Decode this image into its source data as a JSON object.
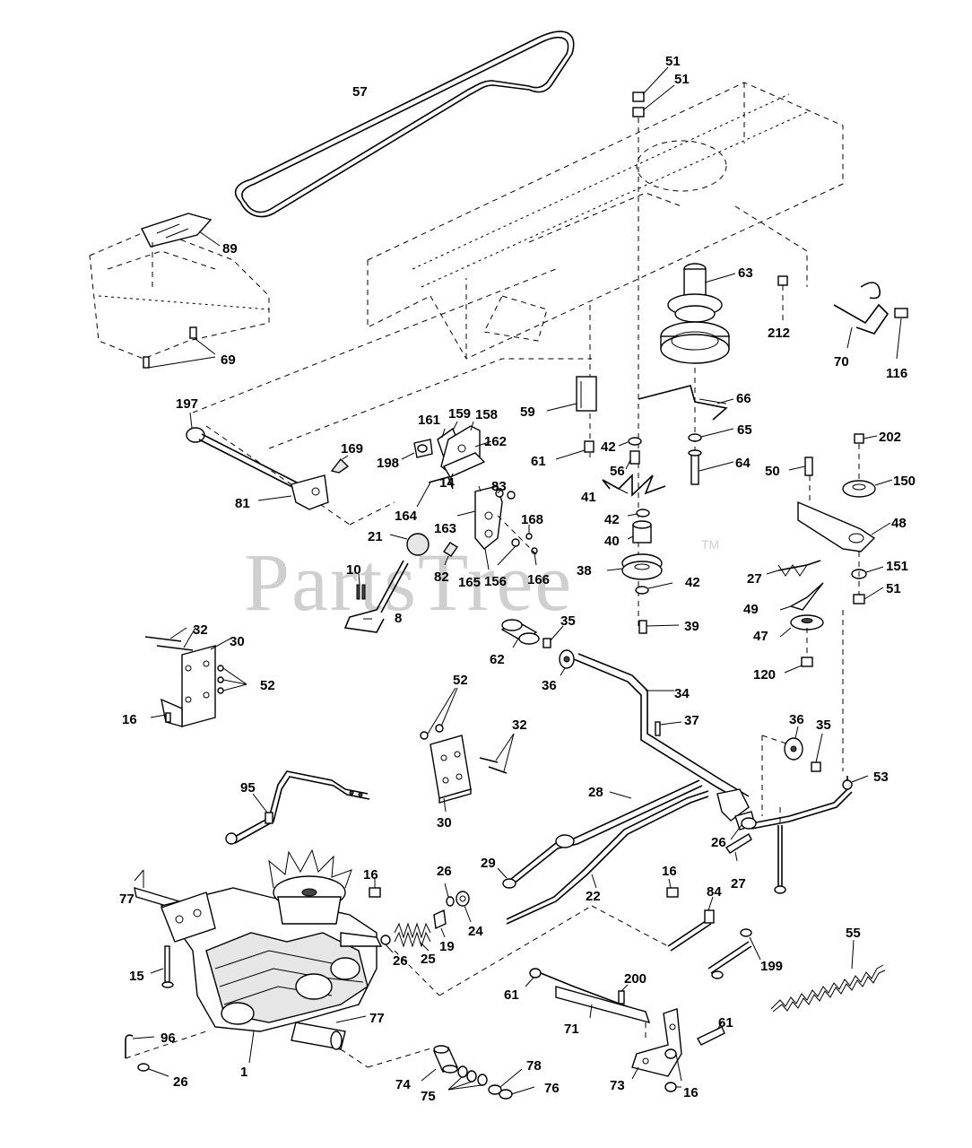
{
  "watermark": {
    "brand": "PartsTree",
    "trademark": "TM"
  },
  "callouts": [
    {
      "id": "c57",
      "text": "57"
    },
    {
      "id": "c51a",
      "text": "51"
    },
    {
      "id": "c51b",
      "text": "51"
    },
    {
      "id": "c89",
      "text": "89"
    },
    {
      "id": "c69",
      "text": "69"
    },
    {
      "id": "c63",
      "text": "63"
    },
    {
      "id": "c212",
      "text": "212"
    },
    {
      "id": "c70",
      "text": "70"
    },
    {
      "id": "c116",
      "text": "116"
    },
    {
      "id": "c197",
      "text": "197"
    },
    {
      "id": "c161",
      "text": "161"
    },
    {
      "id": "c159",
      "text": "159"
    },
    {
      "id": "c158",
      "text": "158"
    },
    {
      "id": "c59",
      "text": "59"
    },
    {
      "id": "c66",
      "text": "66"
    },
    {
      "id": "c65",
      "text": "65"
    },
    {
      "id": "c202",
      "text": "202"
    },
    {
      "id": "c169",
      "text": "169"
    },
    {
      "id": "c162",
      "text": "162"
    },
    {
      "id": "c198",
      "text": "198"
    },
    {
      "id": "c61a",
      "text": "61"
    },
    {
      "id": "c42a",
      "text": "42"
    },
    {
      "id": "c56",
      "text": "56"
    },
    {
      "id": "c64",
      "text": "64"
    },
    {
      "id": "c50",
      "text": "50"
    },
    {
      "id": "c150",
      "text": "150"
    },
    {
      "id": "c81",
      "text": "81"
    },
    {
      "id": "c164",
      "text": "164"
    },
    {
      "id": "c14",
      "text": "14"
    },
    {
      "id": "c83",
      "text": "83"
    },
    {
      "id": "c41",
      "text": "41"
    },
    {
      "id": "c42b",
      "text": "42"
    },
    {
      "id": "c48",
      "text": "48"
    },
    {
      "id": "c163",
      "text": "163"
    },
    {
      "id": "c168",
      "text": "168"
    },
    {
      "id": "c21",
      "text": "21"
    },
    {
      "id": "c40",
      "text": "40"
    },
    {
      "id": "c27a",
      "text": "27"
    },
    {
      "id": "c151",
      "text": "151"
    },
    {
      "id": "c10",
      "text": "10"
    },
    {
      "id": "c82",
      "text": "82"
    },
    {
      "id": "c165",
      "text": "165"
    },
    {
      "id": "c156",
      "text": "156"
    },
    {
      "id": "c166",
      "text": "166"
    },
    {
      "id": "c38",
      "text": "38"
    },
    {
      "id": "c42c",
      "text": "42"
    },
    {
      "id": "c51c",
      "text": "51"
    },
    {
      "id": "c49",
      "text": "49"
    },
    {
      "id": "c8",
      "text": "8"
    },
    {
      "id": "c35a",
      "text": "35"
    },
    {
      "id": "c39",
      "text": "39"
    },
    {
      "id": "c47",
      "text": "47"
    },
    {
      "id": "c32a",
      "text": "32"
    },
    {
      "id": "c30a",
      "text": "30"
    },
    {
      "id": "c62",
      "text": "62"
    },
    {
      "id": "c120",
      "text": "120"
    },
    {
      "id": "c52a",
      "text": "52"
    },
    {
      "id": "c36a",
      "text": "36"
    },
    {
      "id": "c34",
      "text": "34"
    },
    {
      "id": "c16a",
      "text": "16"
    },
    {
      "id": "c52b",
      "text": "52"
    },
    {
      "id": "c37",
      "text": "37"
    },
    {
      "id": "c36b",
      "text": "36"
    },
    {
      "id": "c35b",
      "text": "35"
    },
    {
      "id": "c32b",
      "text": "32"
    },
    {
      "id": "c53",
      "text": "53"
    },
    {
      "id": "c95",
      "text": "95"
    },
    {
      "id": "c28",
      "text": "28"
    },
    {
      "id": "c30b",
      "text": "30"
    },
    {
      "id": "c26a",
      "text": "26"
    },
    {
      "id": "c29",
      "text": "29"
    },
    {
      "id": "c27b",
      "text": "27"
    },
    {
      "id": "c16b",
      "text": "16"
    },
    {
      "id": "c26b",
      "text": "26"
    },
    {
      "id": "c16c",
      "text": "16"
    },
    {
      "id": "c84",
      "text": "84"
    },
    {
      "id": "c77a",
      "text": "77"
    },
    {
      "id": "c22",
      "text": "22"
    },
    {
      "id": "c55",
      "text": "55"
    },
    {
      "id": "c24",
      "text": "24"
    },
    {
      "id": "c19",
      "text": "19"
    },
    {
      "id": "c26c",
      "text": "26"
    },
    {
      "id": "c25",
      "text": "25"
    },
    {
      "id": "c199",
      "text": "199"
    },
    {
      "id": "c15",
      "text": "15"
    },
    {
      "id": "c200",
      "text": "200"
    },
    {
      "id": "c61b",
      "text": "61"
    },
    {
      "id": "c77b",
      "text": "77"
    },
    {
      "id": "c71",
      "text": "71"
    },
    {
      "id": "c61c",
      "text": "61"
    },
    {
      "id": "c96",
      "text": "96"
    },
    {
      "id": "c1",
      "text": "1"
    },
    {
      "id": "c26d",
      "text": "26"
    },
    {
      "id": "c78",
      "text": "78"
    },
    {
      "id": "c74",
      "text": "74"
    },
    {
      "id": "c73",
      "text": "73"
    },
    {
      "id": "c16d",
      "text": "16"
    },
    {
      "id": "c76",
      "text": "76"
    },
    {
      "id": "c75",
      "text": "75"
    }
  ]
}
